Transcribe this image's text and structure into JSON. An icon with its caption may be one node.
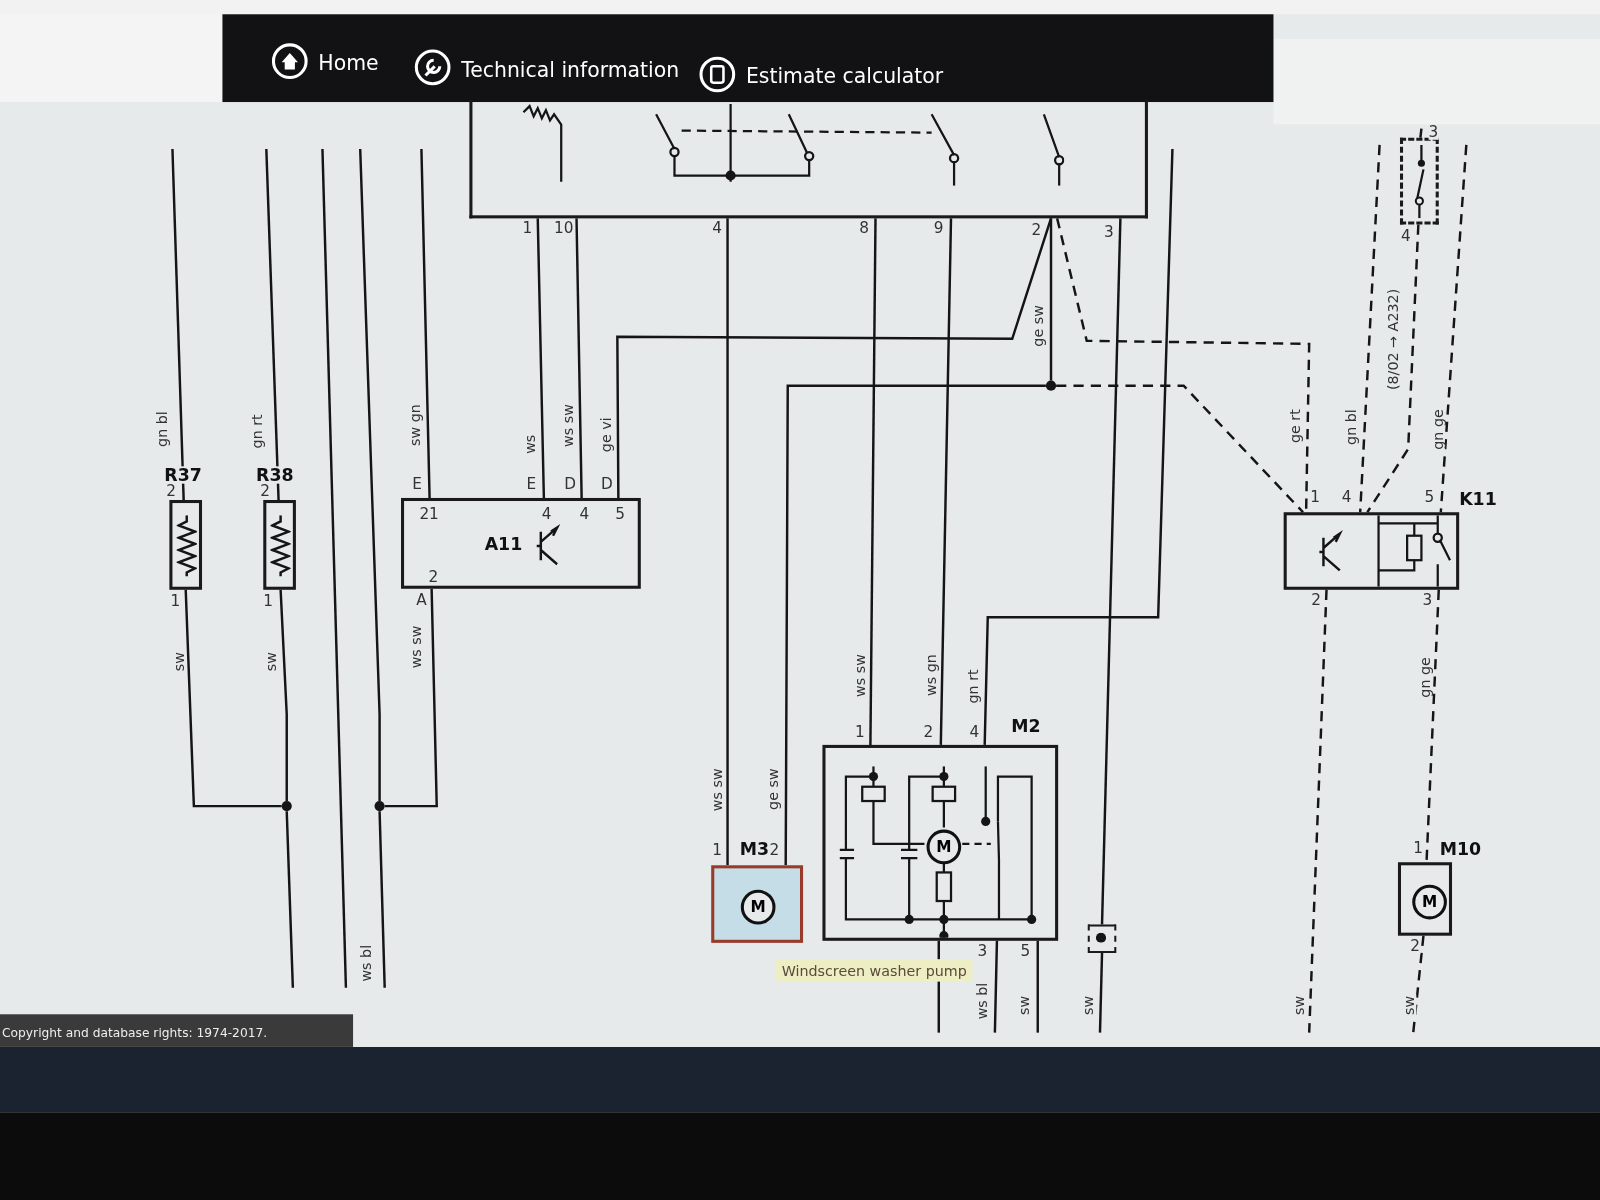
{
  "diagram": {
    "nodes": [
      {
        "text": [],
        "shape": "box",
        "beside": [
          "1",
          "10",
          "4",
          "8",
          "9",
          "2",
          "3"
        ]
      },
      {
        "text": [
          "R37"
        ],
        "beside": [
          "2",
          "1"
        ]
      },
      {
        "text": [
          "R38"
        ],
        "beside": [
          "2",
          "1"
        ]
      },
      {
        "text": [
          "A11",
          "21",
          "4",
          "4",
          "5",
          "2"
        ],
        "beside": [
          "E",
          "E",
          "D",
          "D",
          "A"
        ]
      },
      {
        "text": [
          "M3",
          "M"
        ],
        "beside": [
          "1",
          "2",
          "Windscreen washer pump"
        ]
      },
      {
        "text": [
          "M2",
          "M"
        ],
        "beside": [
          "1",
          "2",
          "4",
          "3",
          "5"
        ]
      },
      {
        "text": [
          "K11"
        ],
        "beside": [
          "1",
          "4",
          "5",
          "2",
          "3"
        ]
      },
      {
        "text": [],
        "shape": "box",
        "beside": [
          "3",
          "4"
        ]
      },
      {
        "text": [
          "M10",
          "M"
        ],
        "beside": [
          "1",
          "2"
        ]
      },
      {
        "text": [],
        "shape": "box"
      },
      {
        "text": [],
        "shape": "circle"
      },
      {
        "text": [],
        "shape": "circle"
      },
      {
        "text": [],
        "shape": "circle"
      }
    ],
    "edges": [
      {
        "from": null,
        "to": 1,
        "arrow": "none",
        "label": "gn bl"
      },
      {
        "from": null,
        "to": 2,
        "arrow": "none",
        "label": "gn rt"
      },
      {
        "from": 1,
        "to": 10,
        "arrow": "none",
        "label": "sw"
      },
      {
        "from": 2,
        "to": 10,
        "arrow": "none",
        "label": "sw"
      },
      {
        "from": 10,
        "to": null,
        "arrow": "none"
      },
      {
        "from": 3,
        "to": 11,
        "arrow": "none",
        "label": "ws sw"
      },
      {
        "from": null,
        "to": 11,
        "arrow": "none"
      },
      {
        "from": 11,
        "to": null,
        "arrow": "none",
        "label": "ws bl"
      },
      {
        "from": null,
        "to": 3,
        "arrow": "none",
        "label": "sw gn"
      },
      {
        "from": 0,
        "to": 3,
        "arrow": "none",
        "label": "ws"
      },
      {
        "from": 0,
        "to": 3,
        "arrow": "none",
        "label": "ws sw"
      },
      {
        "from": 0,
        "to": 3,
        "arrow": "none",
        "label": "ge vi"
      },
      {
        "from": 0,
        "to": 4,
        "arrow": "none",
        "label": "ws sw"
      },
      {
        "from": 0,
        "to": 12,
        "arrow": "none",
        "label": "ge sw"
      },
      {
        "from": 12,
        "to": 4,
        "arrow": "none",
        "label": "ge sw"
      },
      {
        "from": 12,
        "to": 6,
        "arrow": "none",
        "style": "dashed"
      },
      {
        "from": 0,
        "to": 6,
        "arrow": "none",
        "label": "ge rt",
        "style": "dashed"
      },
      {
        "from": 0,
        "to": 5,
        "arrow": "none",
        "label": "ws sw"
      },
      {
        "from": 0,
        "to": 5,
        "arrow": "none",
        "label": "ws gn"
      },
      {
        "from": null,
        "to": 5,
        "arrow": "none",
        "label": "gn rt"
      },
      {
        "from": 0,
        "to": 9,
        "arrow": "none"
      },
      {
        "from": 9,
        "to": null,
        "arrow": "none",
        "label": "sw"
      },
      {
        "from": 5,
        "to": null,
        "arrow": "none",
        "label": "ws bl"
      },
      {
        "from": 5,
        "to": null,
        "arrow": "none",
        "label": "sw"
      },
      {
        "from": 5,
        "to": null,
        "arrow": "none"
      },
      {
        "from": null,
        "to": 6,
        "arrow": "none",
        "label": "gn bl",
        "style": "dashed"
      },
      {
        "from": null,
        "to": 7,
        "arrow": "none",
        "style": "dashed"
      },
      {
        "from": 7,
        "to": 6,
        "arrow": "none",
        "label": "(8/02 → A232)",
        "style": "dashed"
      },
      {
        "from": null,
        "to": 6,
        "arrow": "none",
        "label": "gn ge",
        "style": "dashed"
      },
      {
        "from": 6,
        "to": null,
        "arrow": "none",
        "label": "sw",
        "style": "dashed"
      },
      {
        "from": 6,
        "to": 8,
        "arrow": "none",
        "label": "gn ge",
        "style": "dashed"
      },
      {
        "from": 8,
        "to": null,
        "arrow": "none",
        "label": "sw",
        "style": "dashed"
      }
    ],
    "labels": [
      "Home",
      "Technical information",
      "Estimate calculator",
      "Copyright and database rights: 1974-2017."
    ]
  }
}
